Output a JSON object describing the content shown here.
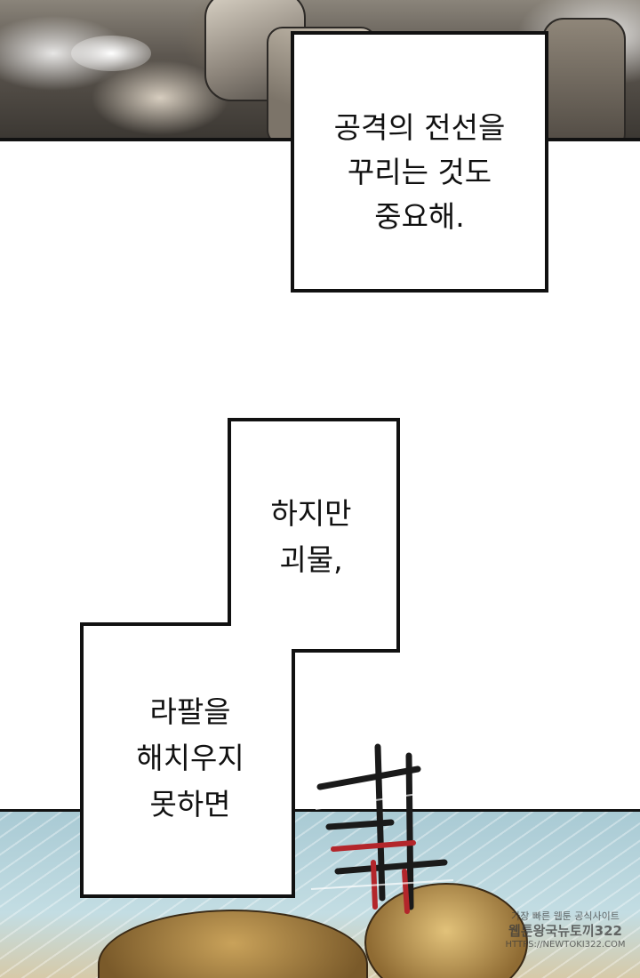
{
  "dialogue": {
    "box1": {
      "lines": [
        "공격의 전선을",
        "꾸리는 것도",
        "중요해."
      ]
    },
    "box2": {
      "upper_lines": [
        "하지만",
        "괴물,"
      ],
      "lower_lines": [
        "라팔을",
        "해치우지",
        "못하면"
      ]
    }
  },
  "watermark": {
    "line1": "가장 빠른 웹툰 공식사이트",
    "line2": "웹툰왕국뉴토끼322",
    "line3": "HTTPS://NEWTOKI322.COM"
  },
  "colors": {
    "border": "#111111",
    "box_fill": "#ffffff",
    "sfx_red": "#b3262b"
  }
}
